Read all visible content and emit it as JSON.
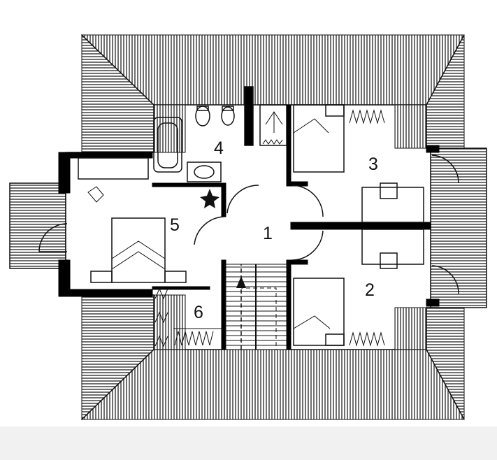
{
  "plan": {
    "rooms": [
      {
        "id": "room-1",
        "label": "1"
      },
      {
        "id": "room-2",
        "label": "2"
      },
      {
        "id": "room-3",
        "label": "3"
      },
      {
        "id": "room-4",
        "label": "4"
      },
      {
        "id": "room-5",
        "label": "5"
      },
      {
        "id": "room-6",
        "label": "6"
      }
    ],
    "colors": {
      "line": "#111111",
      "wall": "#000000",
      "paper": "#ffffff",
      "footer": "#f1f1f2"
    }
  }
}
